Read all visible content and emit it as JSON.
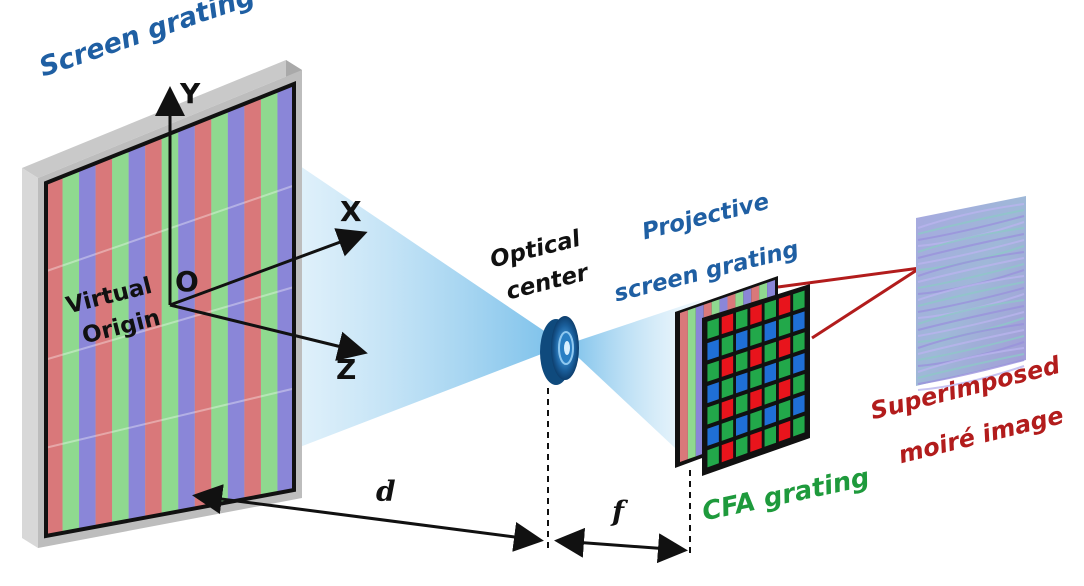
{
  "labels": {
    "screen_grating": "Screen grating",
    "axis_y": "Y",
    "axis_x": "X",
    "axis_z": "Z",
    "origin_o": "O",
    "virtual_origin_line1": "Virtual",
    "virtual_origin_line2": "Origin",
    "optical_center_line1": "Optical",
    "optical_center_line2": "center",
    "projective_line1": "Projective",
    "projective_line2": "screen grating",
    "cfa_grating": "CFA grating",
    "superimposed_line1": "Superimposed",
    "superimposed_line2": "moiré image",
    "distance_d": "d",
    "distance_f": "f"
  },
  "colors": {
    "blue_label": "#1f5fa3",
    "green_label": "#1e9a3c",
    "red_label": "#b21c1c",
    "stripe_red": "#d9787a",
    "stripe_green": "#8fd98f",
    "stripe_blue": "#8a86d8",
    "cfa_red": "#e8141c",
    "cfa_green": "#22a84a",
    "cfa_blue": "#1f6fd6",
    "beam": "#8ec9ec",
    "lens": "#1a6fb0"
  }
}
